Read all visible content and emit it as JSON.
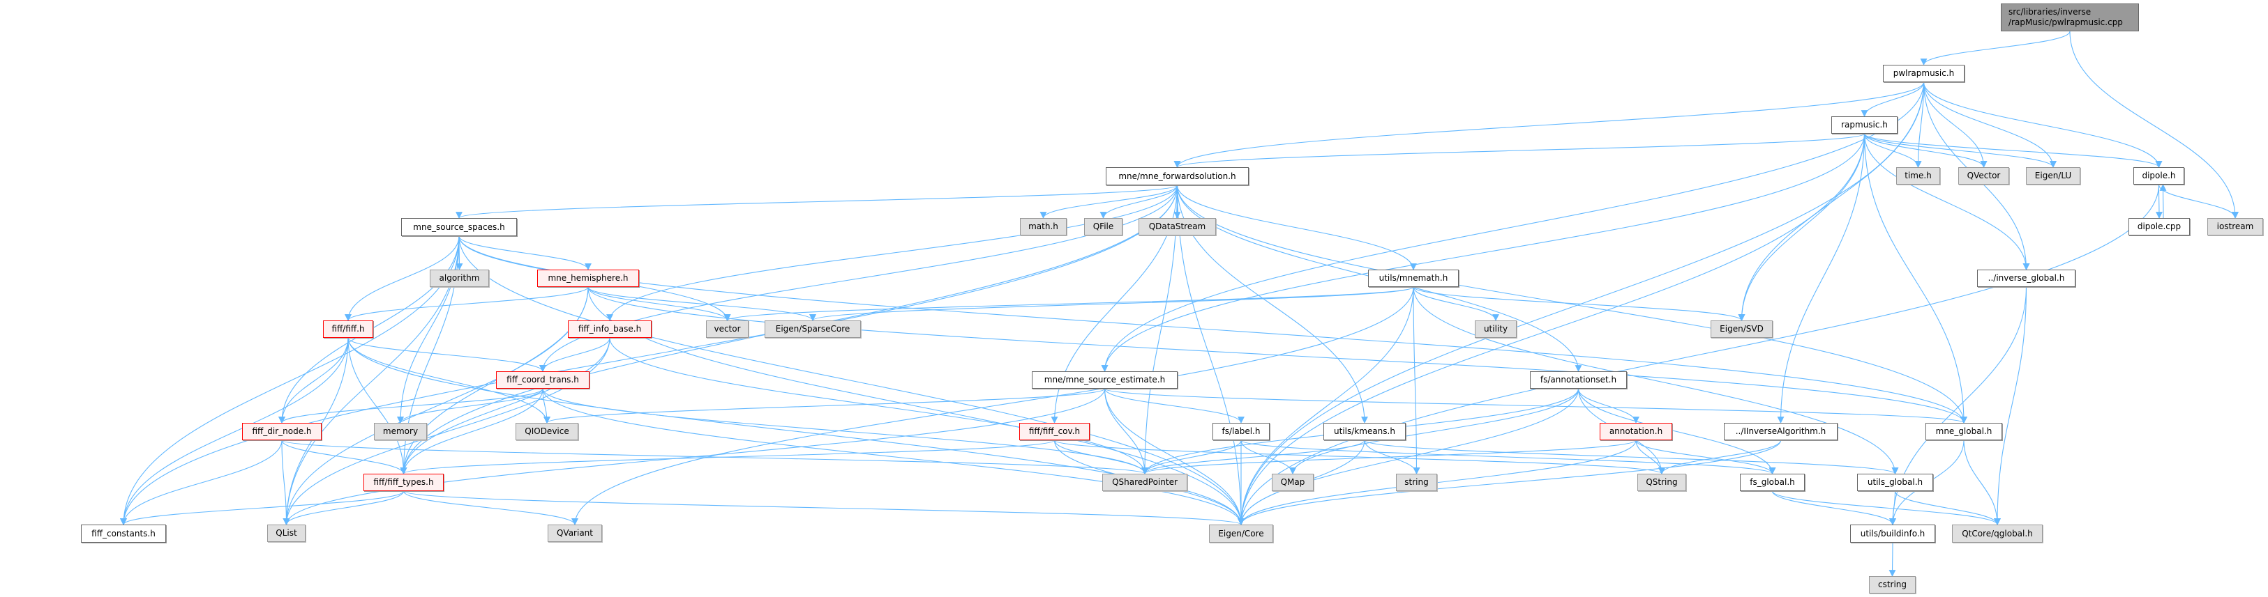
{
  "colors": {
    "edge": "#63b8ff",
    "red_border": "#ff0000",
    "red_fill": "#fff0f0",
    "ext_fill": "#e0e0e0",
    "root_fill": "#999999"
  },
  "nodes": [
    {
      "id": "cpp",
      "label": "src/libraries/inverse\n/rapMusic/pwlrapmusic.cpp",
      "kind": "root"
    },
    {
      "id": "pwl",
      "label": "pwlrapmusic.h",
      "kind": "file"
    },
    {
      "id": "rap",
      "label": "rapmusic.h",
      "kind": "file"
    },
    {
      "id": "time",
      "label": "time.h",
      "kind": "ext"
    },
    {
      "id": "qvec",
      "label": "QVector",
      "kind": "ext"
    },
    {
      "id": "eiglu",
      "label": "Eigen/LU",
      "kind": "ext"
    },
    {
      "id": "dip",
      "label": "dipole.h",
      "kind": "file"
    },
    {
      "id": "dipcpp",
      "label": "dipole.cpp",
      "kind": "file"
    },
    {
      "id": "iost",
      "label": "iostream",
      "kind": "ext"
    },
    {
      "id": "invg",
      "label": "../inverse_global.h",
      "kind": "file"
    },
    {
      "id": "fwd",
      "label": "mne/mne_forwardsolution.h",
      "kind": "file"
    },
    {
      "id": "mss",
      "label": "mne_source_spaces.h",
      "kind": "file"
    },
    {
      "id": "alg",
      "label": "algorithm",
      "kind": "ext"
    },
    {
      "id": "hemi",
      "label": "mne_hemisphere.h",
      "kind": "red"
    },
    {
      "id": "math",
      "label": "math.h",
      "kind": "ext"
    },
    {
      "id": "qfile",
      "label": "QFile",
      "kind": "ext"
    },
    {
      "id": "qds",
      "label": "QDataStream",
      "kind": "ext"
    },
    {
      "id": "mnemath",
      "label": "utils/mnemath.h",
      "kind": "file"
    },
    {
      "id": "fiff",
      "label": "fiff/fiff.h",
      "kind": "red"
    },
    {
      "id": "finfo",
      "label": "fiff_info_base.h",
      "kind": "red"
    },
    {
      "id": "vec",
      "label": "vector",
      "kind": "ext"
    },
    {
      "id": "sparse",
      "label": "Eigen/SparseCore",
      "kind": "ext"
    },
    {
      "id": "util",
      "label": "utility",
      "kind": "ext"
    },
    {
      "id": "svd",
      "label": "Eigen/SVD",
      "kind": "ext"
    },
    {
      "id": "fct",
      "label": "fiff_coord_trans.h",
      "kind": "red"
    },
    {
      "id": "mse",
      "label": "mne/mne_source_estimate.h",
      "kind": "file"
    },
    {
      "id": "annset",
      "label": "fs/annotationset.h",
      "kind": "file"
    },
    {
      "id": "fdn",
      "label": "fiff_dir_node.h",
      "kind": "red"
    },
    {
      "id": "mem",
      "label": "memory",
      "kind": "ext"
    },
    {
      "id": "qio",
      "label": "QIODevice",
      "kind": "ext"
    },
    {
      "id": "fcov",
      "label": "fiff/fiff_cov.h",
      "kind": "red"
    },
    {
      "id": "label",
      "label": "fs/label.h",
      "kind": "file"
    },
    {
      "id": "kmeans",
      "label": "utils/kmeans.h",
      "kind": "file"
    },
    {
      "id": "annot",
      "label": "annotation.h",
      "kind": "red"
    },
    {
      "id": "iinv",
      "label": "../IInverseAlgorithm.h",
      "kind": "file"
    },
    {
      "id": "mneg",
      "label": "mne_global.h",
      "kind": "file"
    },
    {
      "id": "ftypes",
      "label": "fiff/fiff_types.h",
      "kind": "red"
    },
    {
      "id": "qsp",
      "label": "QSharedPointer",
      "kind": "ext"
    },
    {
      "id": "qmap",
      "label": "QMap",
      "kind": "ext"
    },
    {
      "id": "str",
      "label": "string",
      "kind": "ext"
    },
    {
      "id": "qstr",
      "label": "QString",
      "kind": "ext"
    },
    {
      "id": "fsg",
      "label": "fs_global.h",
      "kind": "file"
    },
    {
      "id": "utg",
      "label": "utils_global.h",
      "kind": "file"
    },
    {
      "id": "fconst",
      "label": "fiff_constants.h",
      "kind": "file"
    },
    {
      "id": "qlist",
      "label": "QList",
      "kind": "ext"
    },
    {
      "id": "qvar",
      "label": "QVariant",
      "kind": "ext"
    },
    {
      "id": "eigcore",
      "label": "Eigen/Core",
      "kind": "ext"
    },
    {
      "id": "build",
      "label": "utils/buildinfo.h",
      "kind": "file"
    },
    {
      "id": "qglob",
      "label": "QtCore/qglobal.h",
      "kind": "ext"
    },
    {
      "id": "cstr",
      "label": "cstring",
      "kind": "ext"
    }
  ],
  "edges": [
    [
      "cpp",
      "pwl"
    ],
    [
      "cpp",
      "iost"
    ],
    [
      "pwl",
      "rap"
    ],
    [
      "pwl",
      "time"
    ],
    [
      "pwl",
      "qvec"
    ],
    [
      "pwl",
      "eiglu"
    ],
    [
      "pwl",
      "dip"
    ],
    [
      "pwl",
      "invg"
    ],
    [
      "pwl",
      "fwd"
    ],
    [
      "pwl",
      "mse"
    ],
    [
      "pwl",
      "eigcore"
    ],
    [
      "pwl",
      "svd"
    ],
    [
      "rap",
      "fwd"
    ],
    [
      "rap",
      "mse"
    ],
    [
      "rap",
      "time"
    ],
    [
      "rap",
      "qvec"
    ],
    [
      "rap",
      "eiglu"
    ],
    [
      "rap",
      "dip"
    ],
    [
      "rap",
      "invg"
    ],
    [
      "rap",
      "iinv"
    ],
    [
      "rap",
      "eigcore"
    ],
    [
      "rap",
      "svd"
    ],
    [
      "rap",
      "mneg"
    ],
    [
      "dip",
      "dipcpp"
    ],
    [
      "dip",
      "iost"
    ],
    [
      "dip",
      "eigcore"
    ],
    [
      "dipcpp",
      "dip"
    ],
    [
      "invg",
      "build"
    ],
    [
      "invg",
      "qglob"
    ],
    [
      "fwd",
      "mss"
    ],
    [
      "fwd",
      "math"
    ],
    [
      "fwd",
      "qfile"
    ],
    [
      "fwd",
      "qds"
    ],
    [
      "fwd",
      "mnemath"
    ],
    [
      "fwd",
      "fconst"
    ],
    [
      "fwd",
      "ftypes"
    ],
    [
      "fwd",
      "fct"
    ],
    [
      "fwd",
      "finfo"
    ],
    [
      "fwd",
      "fcov"
    ],
    [
      "fwd",
      "annset"
    ],
    [
      "fwd",
      "kmeans"
    ],
    [
      "fwd",
      "mneg"
    ],
    [
      "fwd",
      "qsp"
    ],
    [
      "fwd",
      "eigcore"
    ],
    [
      "mss",
      "alg"
    ],
    [
      "mss",
      "hemi"
    ],
    [
      "mss",
      "fiff"
    ],
    [
      "mss",
      "fdn"
    ],
    [
      "mss",
      "ftypes"
    ],
    [
      "mss",
      "mem"
    ],
    [
      "mss",
      "vec"
    ],
    [
      "mss",
      "qlist"
    ],
    [
      "mss",
      "eigcore"
    ],
    [
      "mss",
      "mneg"
    ],
    [
      "mss",
      "fconst"
    ],
    [
      "hemi",
      "fiff"
    ],
    [
      "hemi",
      "ftypes"
    ],
    [
      "hemi",
      "vec"
    ],
    [
      "hemi",
      "sparse"
    ],
    [
      "hemi",
      "qlist"
    ],
    [
      "hemi",
      "eigcore"
    ],
    [
      "hemi",
      "mneg"
    ],
    [
      "fiff",
      "fct"
    ],
    [
      "fiff",
      "fdn"
    ],
    [
      "fiff",
      "ftypes"
    ],
    [
      "fiff",
      "fconst"
    ],
    [
      "fiff",
      "qlist"
    ],
    [
      "fiff",
      "qio"
    ],
    [
      "fiff",
      "eigcore"
    ],
    [
      "finfo",
      "fct"
    ],
    [
      "finfo",
      "ftypes"
    ],
    [
      "finfo",
      "qlist"
    ],
    [
      "finfo",
      "qsp"
    ],
    [
      "fct",
      "fdn"
    ],
    [
      "fct",
      "mem"
    ],
    [
      "fct",
      "qio"
    ],
    [
      "fct",
      "ftypes"
    ],
    [
      "fct",
      "qsp"
    ],
    [
      "fct",
      "eigcore"
    ],
    [
      "fdn",
      "ftypes"
    ],
    [
      "fdn",
      "fconst"
    ],
    [
      "fdn",
      "qlist"
    ],
    [
      "fdn",
      "qsp"
    ],
    [
      "ftypes",
      "fconst"
    ],
    [
      "ftypes",
      "qlist"
    ],
    [
      "ftypes",
      "qvar"
    ],
    [
      "ftypes",
      "eigcore"
    ],
    [
      "mnemath",
      "vec"
    ],
    [
      "mnemath",
      "sparse"
    ],
    [
      "mnemath",
      "svd"
    ],
    [
      "mnemath",
      "util"
    ],
    [
      "mnemath",
      "str"
    ],
    [
      "mnemath",
      "eigcore"
    ],
    [
      "mnemath",
      "qvar"
    ],
    [
      "mnemath",
      "utg"
    ],
    [
      "mse",
      "qio"
    ],
    [
      "mse",
      "qlist"
    ],
    [
      "mse",
      "label"
    ],
    [
      "mse",
      "qsp"
    ],
    [
      "mse",
      "eigcore"
    ],
    [
      "mse",
      "mneg"
    ],
    [
      "fcov",
      "ftypes"
    ],
    [
      "fcov",
      "qsp"
    ],
    [
      "fcov",
      "eigcore"
    ],
    [
      "fcov",
      "qstr"
    ],
    [
      "label",
      "qsp"
    ],
    [
      "label",
      "qmap"
    ],
    [
      "label",
      "eigcore"
    ],
    [
      "label",
      "fsg"
    ],
    [
      "kmeans",
      "qsp"
    ],
    [
      "kmeans",
      "str"
    ],
    [
      "kmeans",
      "eigcore"
    ],
    [
      "kmeans",
      "utg"
    ],
    [
      "annset",
      "annot"
    ],
    [
      "annset",
      "qstr"
    ],
    [
      "annset",
      "qsp"
    ],
    [
      "annset",
      "eigcore"
    ],
    [
      "annset",
      "fsg"
    ],
    [
      "annset",
      "qmap"
    ],
    [
      "annot",
      "qstr"
    ],
    [
      "annot",
      "fsg"
    ],
    [
      "annot",
      "eigcore"
    ],
    [
      "annot",
      "qsp"
    ],
    [
      "iinv",
      "qstr"
    ],
    [
      "iinv",
      "eigcore"
    ],
    [
      "mneg",
      "build"
    ],
    [
      "mneg",
      "qglob"
    ],
    [
      "fsg",
      "build"
    ],
    [
      "fsg",
      "qglob"
    ],
    [
      "utg",
      "build"
    ],
    [
      "utg",
      "qglob"
    ],
    [
      "build",
      "cstr"
    ]
  ]
}
